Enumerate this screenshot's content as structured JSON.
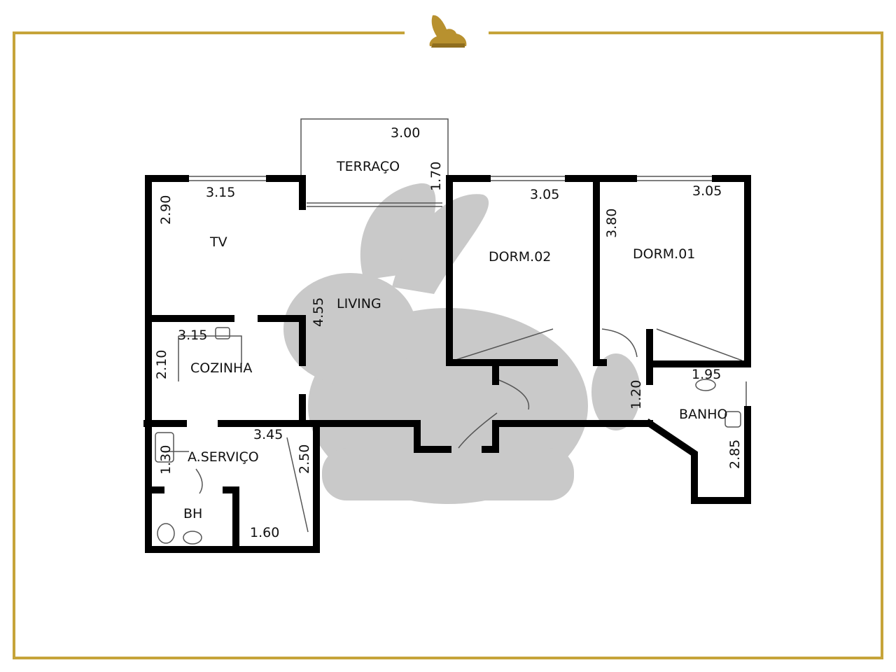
{
  "brand": {
    "logo_icon": "rabbit-logo-icon",
    "frame_color": "#c6a43a",
    "watermark_color": "#c9c9c9"
  },
  "rooms": {
    "terraco": "TERRAÇO",
    "tv": "TV",
    "living": "LIVING",
    "dorm02": "DORM.02",
    "dorm01": "DORM.01",
    "cozinha": "COZINHA",
    "banho": "BANHO",
    "a_servico": "A.SERVIÇO",
    "bh": "BH"
  },
  "dimensions": {
    "terraco_width": "3.00",
    "terraco_depth": "1.70",
    "tv_width": "3.15",
    "tv_depth": "2.90",
    "living_depth": "4.55",
    "dorm02_width": "3.05",
    "dorm_depth": "3.80",
    "dorm01_width": "3.05",
    "cozinha_width": "3.15",
    "cozinha_depth": "2.10",
    "hall_width": "1.20",
    "banho_width": "1.95",
    "banho_depth": "2.85",
    "servico_width": "3.45",
    "servico_depth": "2.50",
    "bh_depth": "1.30",
    "bh_width": "1.60"
  }
}
